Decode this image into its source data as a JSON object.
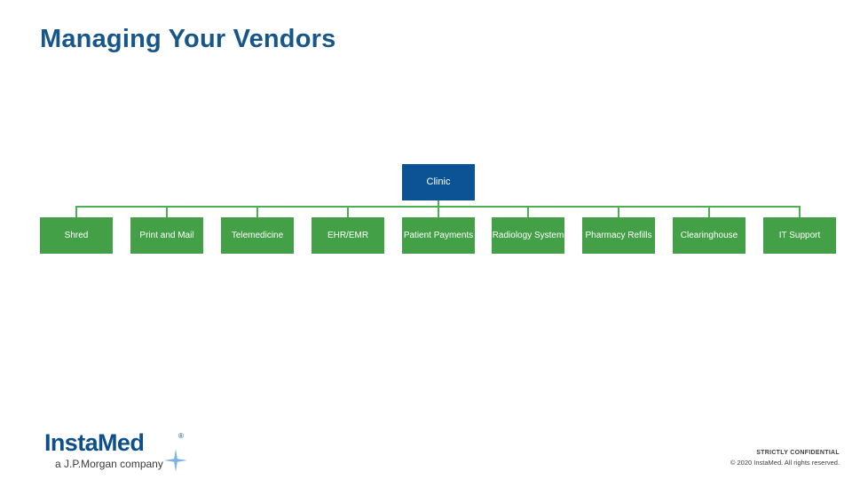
{
  "slide": {
    "title": "Managing Your Vendors"
  },
  "org_chart": {
    "root": {
      "label": "Clinic",
      "color": "#0b5394",
      "text_color": "#ffffff"
    },
    "connector_color": "#4caf50",
    "child_color": "#43a047",
    "child_text_color": "#ffffff",
    "children": [
      {
        "label": "Shred"
      },
      {
        "label": "Print and Mail"
      },
      {
        "label": "Telemedicine"
      },
      {
        "label": "EHR/EMR"
      },
      {
        "label": "Patient Payments"
      },
      {
        "label": "Radiology System"
      },
      {
        "label": "Pharmacy Refills"
      },
      {
        "label": "Clearinghouse"
      },
      {
        "label": "IT Support"
      }
    ]
  },
  "logo": {
    "wordmark": "InstaMed",
    "registered_mark": "®",
    "tagline": "a J.P.Morgan company",
    "brand_color": "#0d4f8b",
    "sparkle_color": "#7fb3df"
  },
  "footer": {
    "confidential": "STRICTLY CONFIDENTIAL",
    "copyright": "© 2020 InstaMed. All rights reserved."
  }
}
